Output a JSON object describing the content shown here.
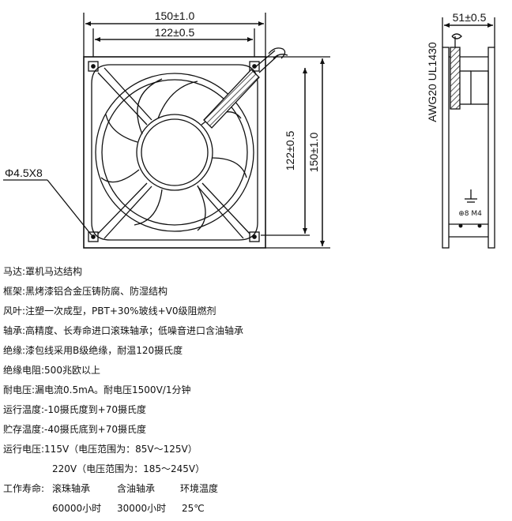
{
  "dimensions": {
    "front_overall_width": "150±1.0",
    "front_inner_width": "122±0.5",
    "front_inner_height": "122±0.5",
    "front_overall_height": "150±1.0",
    "hole_spec": "Φ4.5X8",
    "side_depth": "51±0.5",
    "wire_spec": "AWG20 UL1430",
    "ground_label": "⊕8 M4"
  },
  "specs": [
    {
      "label": "马达:",
      "value": "罩机马达结构"
    },
    {
      "label": "框架:",
      "value": "黑烤漆铝合金压铸防腐、防湿结构"
    },
    {
      "label": "风叶:",
      "value": "注塑一次成型，PBT+30%玻线+V0级阻燃剂"
    },
    {
      "label": "轴承:",
      "value": "高精度、长寿命进口滚珠轴承；低噪音进口含油轴承"
    },
    {
      "label": "绝缘:",
      "value": "漆包线采用B级绝缘，耐温120摄氏度"
    },
    {
      "label": "绝缘电阻:",
      "value": "500兆欧以上"
    },
    {
      "label": "耐电压:",
      "value": "漏电流0.5mA。耐电压1500V/1分钟"
    },
    {
      "label": "运行温度:",
      "value": "-10摄氏度到+70摄氏度"
    },
    {
      "label": "贮存温度:",
      "value": "-40摄氏底到+70摄氏度"
    },
    {
      "label": "运行电压:",
      "value": "115V（电压范围为：85V～125V）"
    }
  ],
  "voltage_line2": "220V（电压范围为：185～245V）",
  "life": {
    "label": "工作寿命:",
    "headers": [
      "滚珠轴承",
      "含油轴承",
      "环境温度"
    ],
    "values": [
      "60000小时",
      "30000小时",
      "25℃"
    ]
  }
}
